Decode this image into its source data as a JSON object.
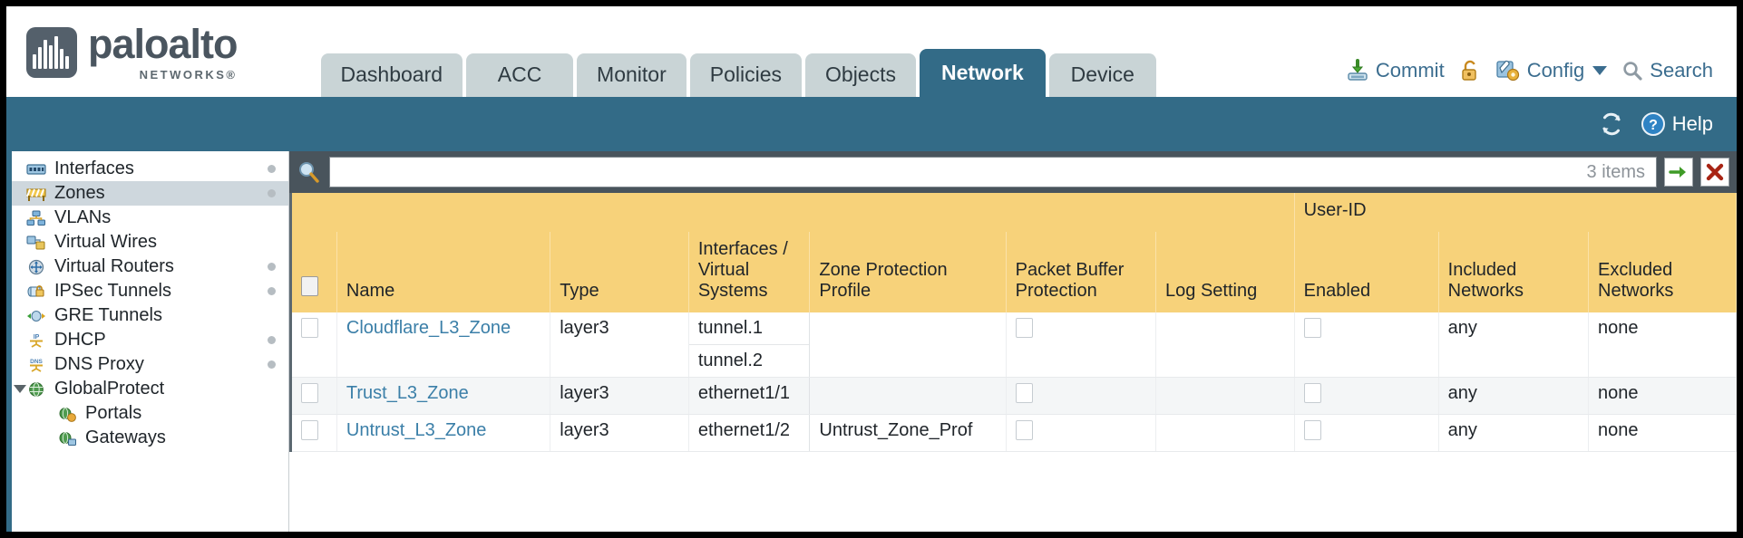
{
  "brand": {
    "name": "paloalto",
    "sub": "NETWORKS®",
    "logo_icon": "paloalto-waveform-logo"
  },
  "nav": {
    "tabs": [
      {
        "label": "Dashboard",
        "active": false
      },
      {
        "label": "ACC",
        "active": false
      },
      {
        "label": "Monitor",
        "active": false
      },
      {
        "label": "Policies",
        "active": false
      },
      {
        "label": "Objects",
        "active": false
      },
      {
        "label": "Network",
        "active": true
      },
      {
        "label": "Device",
        "active": false
      }
    ]
  },
  "top_actions": {
    "commit": {
      "label": "Commit",
      "icon": "commit-save-icon"
    },
    "lock": {
      "label": "",
      "icon": "unlocked-padlock-icon"
    },
    "config": {
      "label": "Config",
      "icon": "config-wrench-gear-icon",
      "caret": "chevron-down-icon"
    },
    "search": {
      "label": "Search",
      "icon": "search-magnifier-icon"
    }
  },
  "blueband": {
    "refresh": {
      "label": "",
      "icon": "refresh-icon"
    },
    "help": {
      "label": "Help",
      "icon": "help-question-icon"
    }
  },
  "sidebar": {
    "items": [
      {
        "label": "Interfaces",
        "icon": "interfaces-icon",
        "selected": false,
        "child": false,
        "dot": true,
        "expander": false
      },
      {
        "label": "Zones",
        "icon": "zones-icon",
        "selected": true,
        "child": false,
        "dot": true,
        "expander": false
      },
      {
        "label": "VLANs",
        "icon": "vlans-icon",
        "selected": false,
        "child": false,
        "dot": false,
        "expander": false
      },
      {
        "label": "Virtual Wires",
        "icon": "virtual-wires-icon",
        "selected": false,
        "child": false,
        "dot": false,
        "expander": false
      },
      {
        "label": "Virtual Routers",
        "icon": "virtual-routers-icon",
        "selected": false,
        "child": false,
        "dot": true,
        "expander": false
      },
      {
        "label": "IPSec Tunnels",
        "icon": "ipsec-tunnels-icon",
        "selected": false,
        "child": false,
        "dot": true,
        "expander": false
      },
      {
        "label": "GRE Tunnels",
        "icon": "gre-tunnels-icon",
        "selected": false,
        "child": false,
        "dot": false,
        "expander": false
      },
      {
        "label": "DHCP",
        "icon": "dhcp-icon",
        "selected": false,
        "child": false,
        "dot": true,
        "expander": false
      },
      {
        "label": "DNS Proxy",
        "icon": "dns-proxy-icon",
        "selected": false,
        "child": false,
        "dot": true,
        "expander": false
      },
      {
        "label": "GlobalProtect",
        "icon": "globalprotect-globe-icon",
        "selected": false,
        "child": false,
        "dot": false,
        "expander": true
      },
      {
        "label": "Portals",
        "icon": "portals-icon",
        "selected": false,
        "child": true,
        "dot": false,
        "expander": false
      },
      {
        "label": "Gateways",
        "icon": "gateways-icon",
        "selected": false,
        "child": true,
        "dot": false,
        "expander": false
      }
    ]
  },
  "search": {
    "icon": "search-magnifier-icon",
    "value": "",
    "placeholder": "",
    "items_count": "3 items",
    "apply_icon": "green-arrow-apply-icon",
    "clear_icon": "red-x-clear-icon"
  },
  "table": {
    "group_header": {
      "label": "User-ID"
    },
    "columns": [
      {
        "key": "check",
        "label": ""
      },
      {
        "key": "name",
        "label": "Name"
      },
      {
        "key": "type",
        "label": "Type"
      },
      {
        "key": "interfaces",
        "label": "Interfaces / Virtual Systems"
      },
      {
        "key": "zone_protection",
        "label": "Zone Protection Profile"
      },
      {
        "key": "packet_buffer",
        "label": "Packet Buffer Protection"
      },
      {
        "key": "log_setting",
        "label": "Log Setting"
      },
      {
        "key": "enabled",
        "label": "Enabled"
      },
      {
        "key": "included",
        "label": "Included Networks"
      },
      {
        "key": "excluded",
        "label": "Excluded Networks"
      }
    ],
    "rows": [
      {
        "name": "Cloudflare_L3_Zone",
        "type": "layer3",
        "interfaces": [
          "tunnel.1",
          "tunnel.2"
        ],
        "zone_protection": "",
        "packet_buffer_checked": false,
        "log_setting": "",
        "enabled_checked": false,
        "included": "any",
        "excluded": "none"
      },
      {
        "name": "Trust_L3_Zone",
        "type": "layer3",
        "interfaces": [
          "ethernet1/1"
        ],
        "zone_protection": "",
        "packet_buffer_checked": false,
        "log_setting": "",
        "enabled_checked": false,
        "included": "any",
        "excluded": "none"
      },
      {
        "name": "Untrust_L3_Zone",
        "type": "layer3",
        "interfaces": [
          "ethernet1/2"
        ],
        "zone_protection": "Untrust_Zone_Prof",
        "packet_buffer_checked": false,
        "log_setting": "",
        "enabled_checked": false,
        "included": "any",
        "excluded": "none"
      }
    ]
  },
  "colors": {
    "accent_blue": "#336b87",
    "header_amber": "#f7d27a",
    "group_amber": "#e0ab39",
    "link_blue": "#3b7fa8",
    "toolbar_dark": "#49545c"
  }
}
